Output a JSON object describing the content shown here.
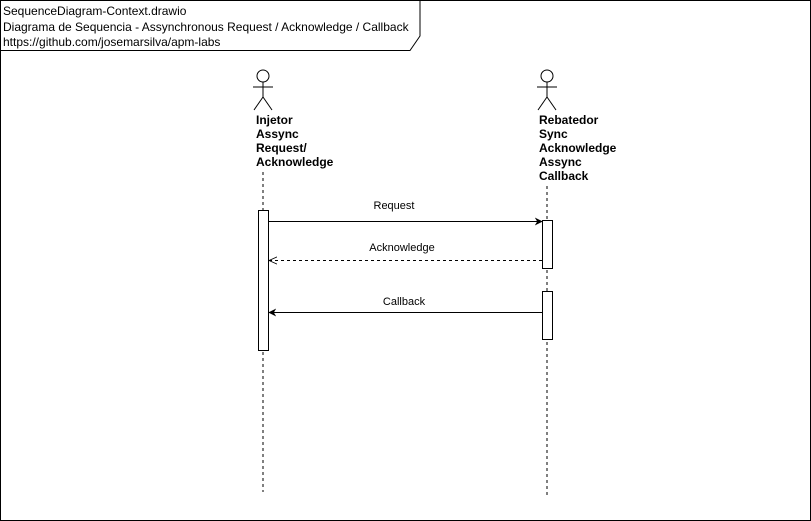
{
  "frame": {
    "title_lines": [
      "SequenceDiagram-Context.drawio",
      "Diagrama de Sequencia - Assynchronous Request / Acknowledge / Callback",
      "https://github.com/josemarsilva/apm-labs"
    ]
  },
  "actors": [
    {
      "id": "injetor",
      "label_lines": [
        "Injetor",
        "Assync",
        "Request/",
        "Acknowledge"
      ]
    },
    {
      "id": "rebatedor",
      "label_lines": [
        "Rebatedor",
        "Sync",
        "Acknowledge",
        "Assync",
        "Callback"
      ]
    }
  ],
  "messages": [
    {
      "id": "request",
      "label": "Request",
      "from": "injetor",
      "to": "rebatedor",
      "style": "solid"
    },
    {
      "id": "acknowledge",
      "label": "Acknowledge",
      "from": "rebatedor",
      "to": "injetor",
      "style": "dashed"
    },
    {
      "id": "callback",
      "label": "Callback",
      "from": "rebatedor",
      "to": "injetor",
      "style": "solid"
    }
  ],
  "colors": {
    "stroke": "#000000",
    "fill": "#ffffff"
  }
}
